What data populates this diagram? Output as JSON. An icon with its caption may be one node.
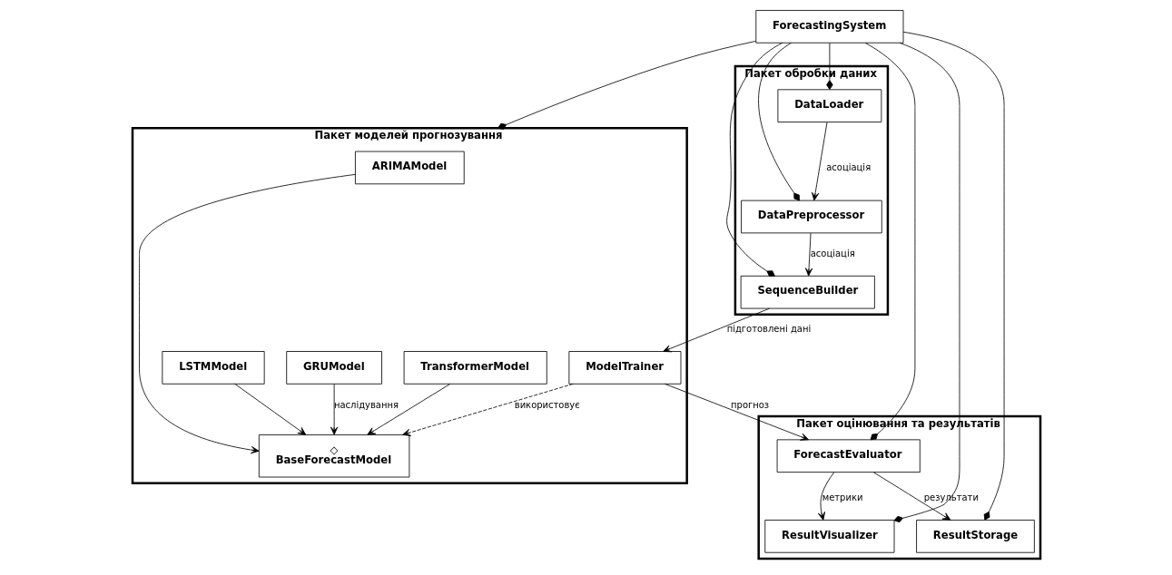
{
  "diagram": {
    "nodes": [
      {
        "text": [
          "Пакет обробки даних"
        ]
      },
      {
        "text": [
          "SequenceBuilder"
        ],
        "in": 0
      },
      {
        "text": [
          "DataPreprocessor"
        ],
        "in": 0
      },
      {
        "text": [
          "DataLoader"
        ],
        "in": 0
      },
      {
        "text": [
          "Пакет моделей прогнозування"
        ]
      },
      {
        "text": [
          "ARIMAModel"
        ],
        "in": 4
      },
      {
        "text": [
          "TransformerModel"
        ],
        "in": 4
      },
      {
        "text": [
          "GRUModel"
        ],
        "in": 4
      },
      {
        "text": [
          "LSTMModel"
        ],
        "in": 4
      },
      {
        "text": [
          "◇",
          "BaseForecastModel"
        ],
        "in": 4
      },
      {
        "text": [
          "ModelTrainer"
        ],
        "in": 4
      },
      {
        "text": [
          "Пакет оцінювання та результатів"
        ]
      },
      {
        "text": [
          "ForecastEvaluator"
        ],
        "in": 11
      },
      {
        "text": [
          "ResultVisualizer"
        ],
        "in": 11
      },
      {
        "text": [
          "ResultStorage"
        ],
        "in": 11
      },
      {
        "text": [
          "ForecastingSystem"
        ]
      }
    ],
    "edges": [
      {
        "from": 2,
        "to": 1,
        "arrow": "to",
        "label": "асоціація"
      },
      {
        "from": 3,
        "to": 2,
        "arrow": "to",
        "label": "асоціація"
      },
      {
        "from": 5,
        "to": 9,
        "arrow": "to"
      },
      {
        "from": 6,
        "to": 9,
        "arrow": "to"
      },
      {
        "from": 7,
        "to": 9,
        "arrow": "to",
        "label": "наслідування"
      },
      {
        "from": 8,
        "to": 9,
        "arrow": "to"
      },
      {
        "from": 10,
        "to": 9,
        "arrow": "to",
        "label": "використовує",
        "style": "dashed"
      },
      {
        "from": 1,
        "to": 10,
        "arrow": "to",
        "label": "підготовлені дані"
      },
      {
        "from": 10,
        "to": 12,
        "arrow": "to",
        "label": "прогноз"
      },
      {
        "from": 12,
        "to": 13,
        "arrow": "to",
        "label": "метрики"
      },
      {
        "from": 12,
        "to": 14,
        "arrow": "to",
        "label": "результати"
      },
      {
        "from": 15,
        "to": 1,
        "arrow": "other"
      },
      {
        "from": 15,
        "to": 2,
        "arrow": "other"
      },
      {
        "from": 15,
        "to": 3,
        "arrow": "other"
      },
      {
        "from": 15,
        "to": 4,
        "arrow": "other"
      },
      {
        "from": 15,
        "to": 12,
        "arrow": "other"
      },
      {
        "from": 15,
        "to": 13,
        "arrow": "other"
      },
      {
        "from": 15,
        "to": 14,
        "arrow": "other"
      }
    ]
  }
}
